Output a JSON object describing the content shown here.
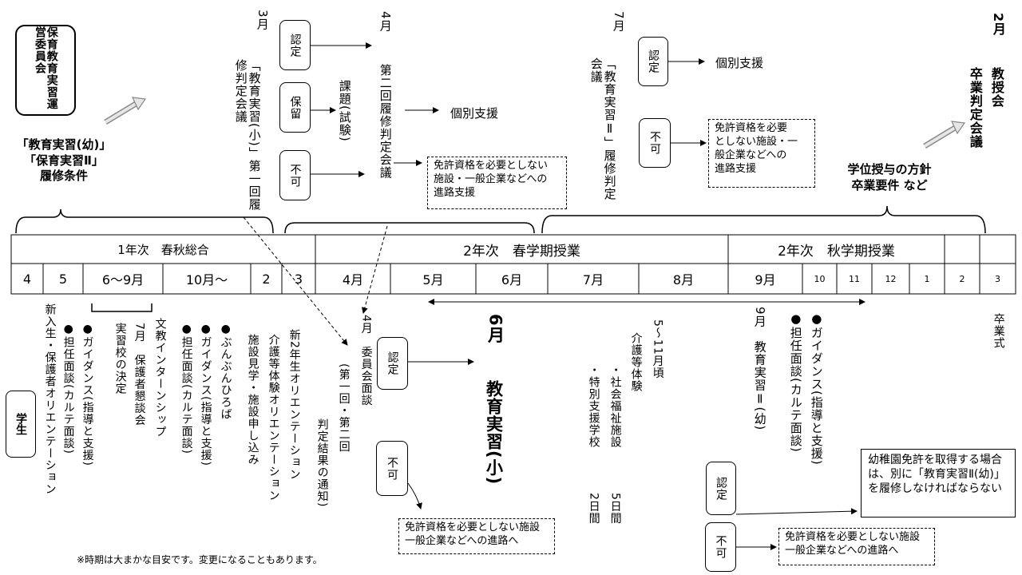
{
  "committee": "保育教育実習運営委員会",
  "students": "学生",
  "conditions": "「教育実習(幼)」\n「保育実習Ⅱ」\n履修条件",
  "degree_policy": "学位授与の方針\n卒業要件 など",
  "march": {
    "month": "3月",
    "meeting": "「教育実習(小)」第一回履修判定会議",
    "approved": "認定",
    "pending": "保留",
    "rejected": "不可",
    "task": "課題(試験)"
  },
  "april": {
    "month": "4月",
    "meeting": "第二回履修判定会議",
    "individual_support": "個別支援",
    "career_box": "免許資格を必要としない\n施設・一般企業などへの\n進路支援"
  },
  "july": {
    "month": "7月",
    "meeting": "「教育実習Ⅱ」履修判定会議",
    "approved": "認定",
    "individual_support": "個別支援",
    "rejected": "不可",
    "career_box": "免許資格を必要\nとしない施設・一\n般企業などへの\n進路支援"
  },
  "february": {
    "month": "2月",
    "meeting": "教授会",
    "decision": "卒業判定会議"
  },
  "year_rows": {
    "year1": "1年次　春秋総合",
    "spring": "2年次　春学期授業",
    "autumn": "2年次　秋学期授業"
  },
  "months": [
    "4",
    "5",
    "6～9月",
    "10月～",
    "2",
    "3",
    "4月",
    "5月",
    "6月",
    "7月",
    "8月",
    "9月",
    "10",
    "11",
    "12",
    "1",
    "2",
    "3"
  ],
  "events": {
    "e1": "新入生・保護者オリエンテーション",
    "e2": "●担任面談(カルテ面談)",
    "e3": "●ガイダンス(指導と支援)",
    "e4": "実習校の決定",
    "e5": "7月　保護者懇談会",
    "e6": "文教インターンシップ",
    "e7": "●担任面談(カルテ面談)",
    "e8": "●ガイダンス(指導と支援)",
    "e9": "●ぶんぶんひろば",
    "e10": "施設見学・施設申し込み",
    "e11": "介護等体験オリエンテーション",
    "e12": "新2年生オリエンテーション",
    "e13": "判定結果の通知)",
    "e14": "(第一回・第二回",
    "e15": "4月　委員会面談"
  },
  "interview": {
    "approved": "認定",
    "rejected": "不可",
    "career_box": "免許資格を必要としない施設\n一般企業などへの進路へ"
  },
  "practicum_june": {
    "month": "6月",
    "name": "教育実習(小)"
  },
  "care_experience": {
    "period": "5～11月頃",
    "title": "介護等体験",
    "welfare": "・社会福祉施設",
    "welfare_days": "5日間",
    "special": "・特別支援学校",
    "special_days": "2日間"
  },
  "september": {
    "title": "9月　教育実習Ⅱ(幼)",
    "karte": "●担任面談(カルテ面談)",
    "guidance": "●ガイダンス(指導と支援)",
    "approved": "認定",
    "rejected": "不可",
    "note": "幼稚園免許を取得する場合は、別に「教育実習Ⅱ(幼)」を履修しなければならない",
    "career_box": "免許資格を必要としない施設\n一般企業などへの進路へ"
  },
  "graduation": "卒業式",
  "footnote": "※時期は大まかな目安です。変更になることもあります。"
}
